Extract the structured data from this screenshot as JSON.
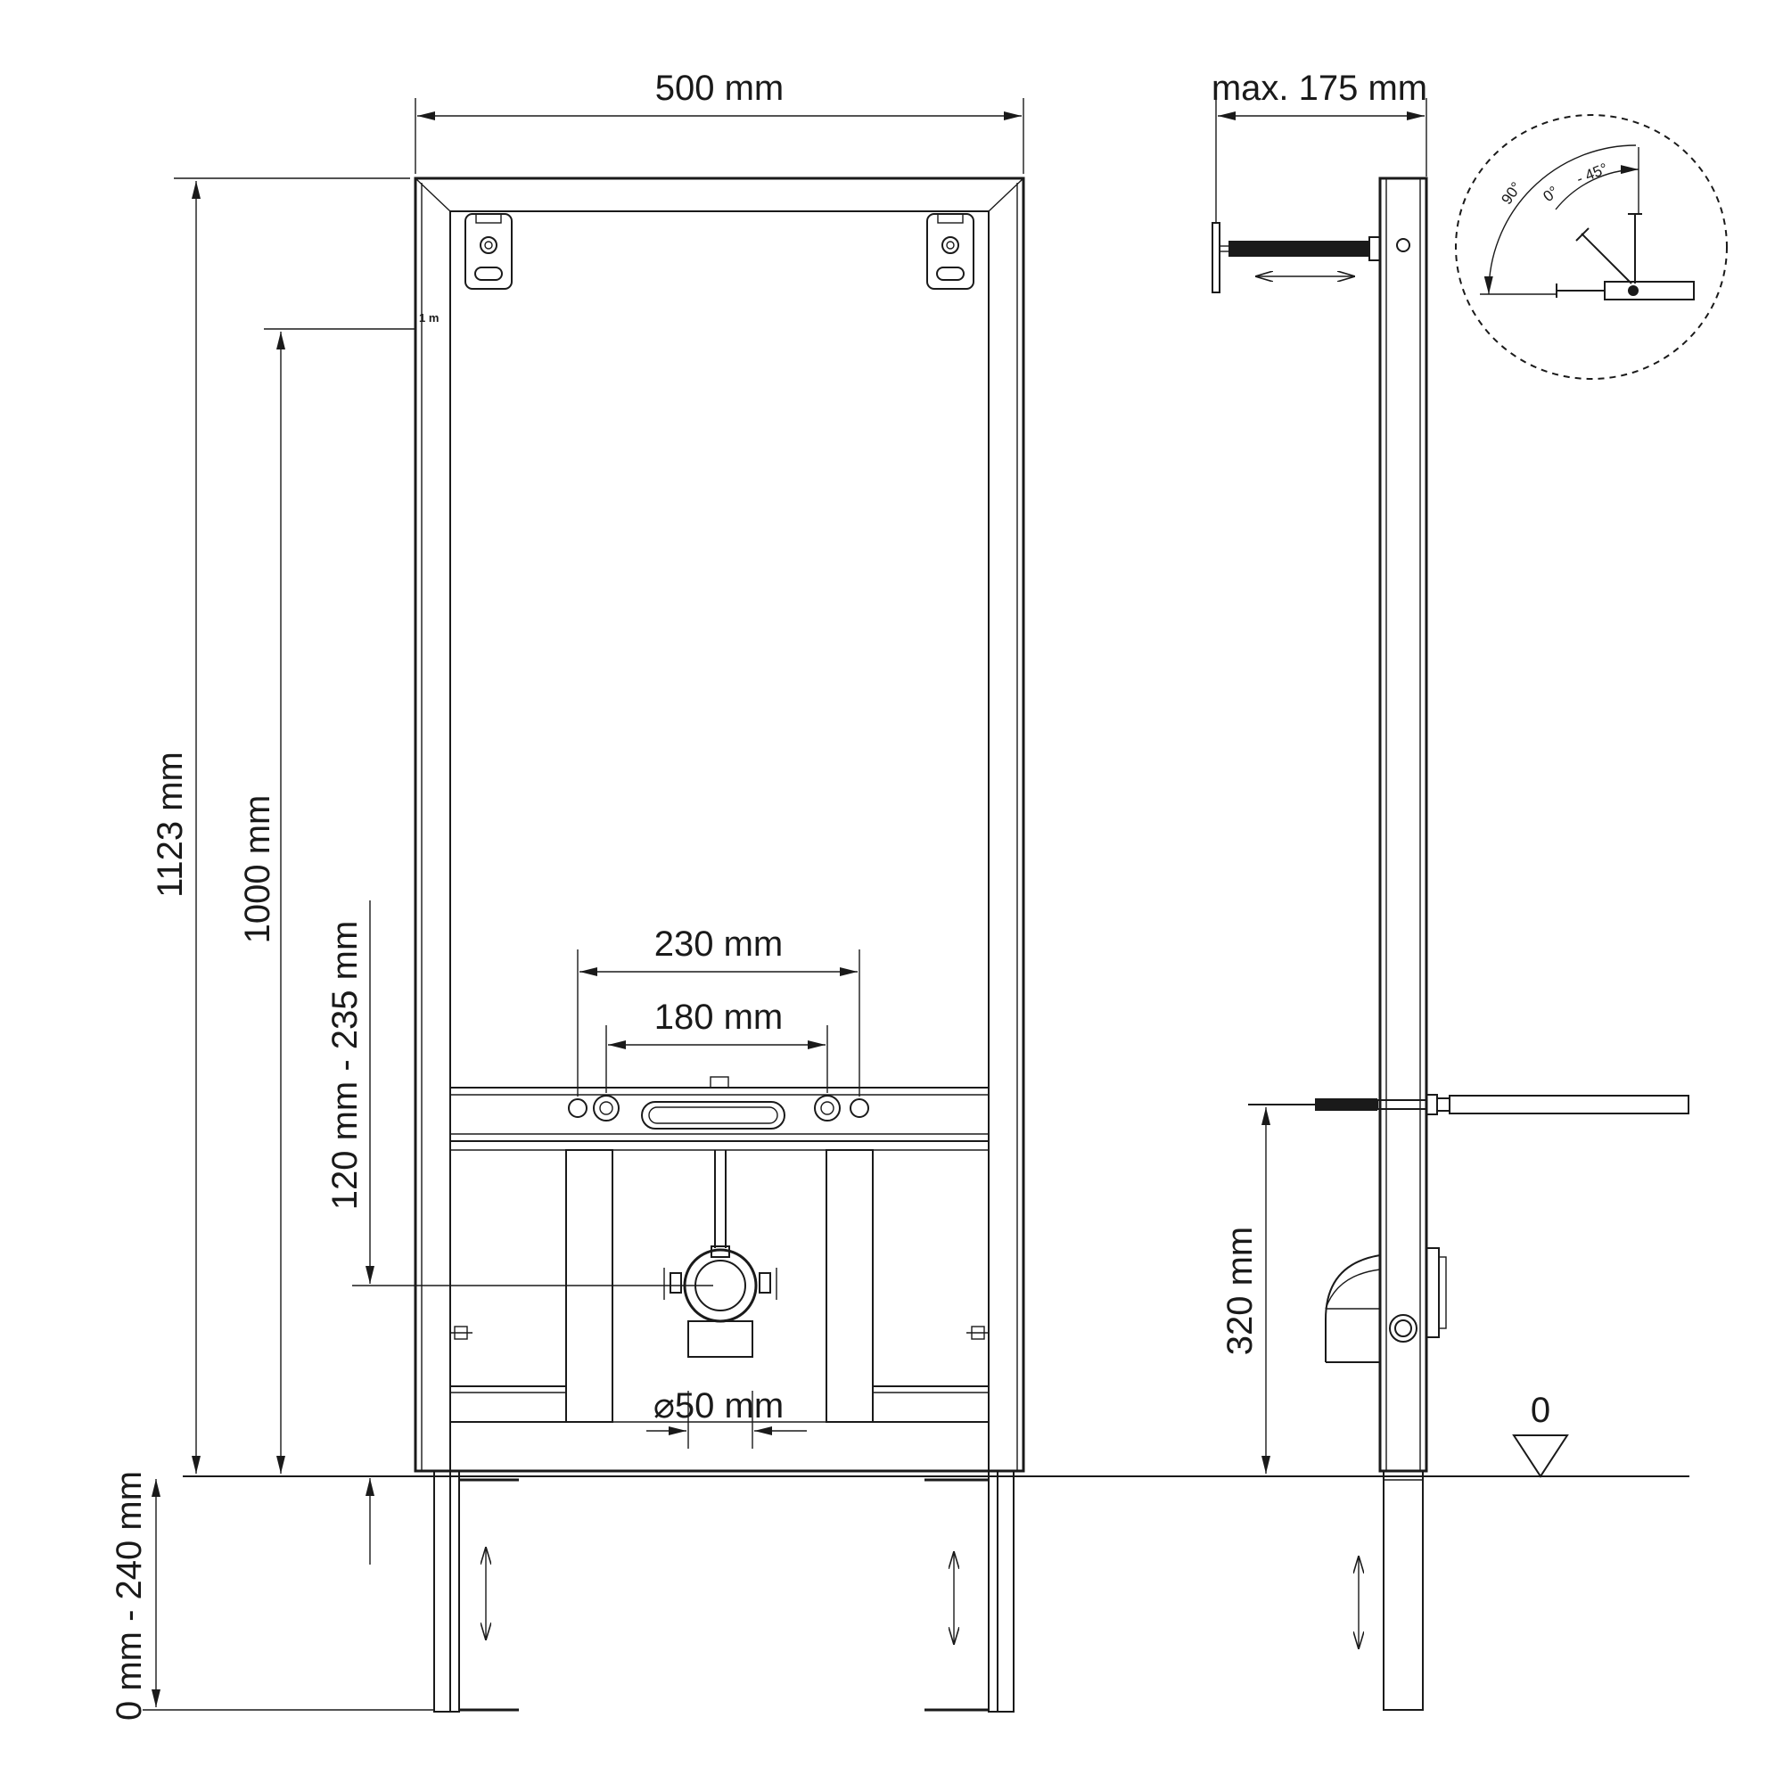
{
  "dimensions": {
    "frame_width": "500 mm",
    "max_depth": "max. 175 mm",
    "total_height": "1123 mm",
    "reference_height": "1000 mm",
    "outlet_height_range": "120 mm - 235 mm",
    "leg_extension": "0 mm - 240 mm",
    "outer_fitting_spacing": "230 mm",
    "inner_fitting_spacing": "180 mm",
    "drain_diameter": "⌀50 mm",
    "fixing_height": "320 mm",
    "floor_level": "0",
    "meter_mark": "1 m"
  },
  "angle_detail": {
    "angle_90": "90°",
    "angle_0": "0°",
    "angle_45": "- 45°"
  }
}
